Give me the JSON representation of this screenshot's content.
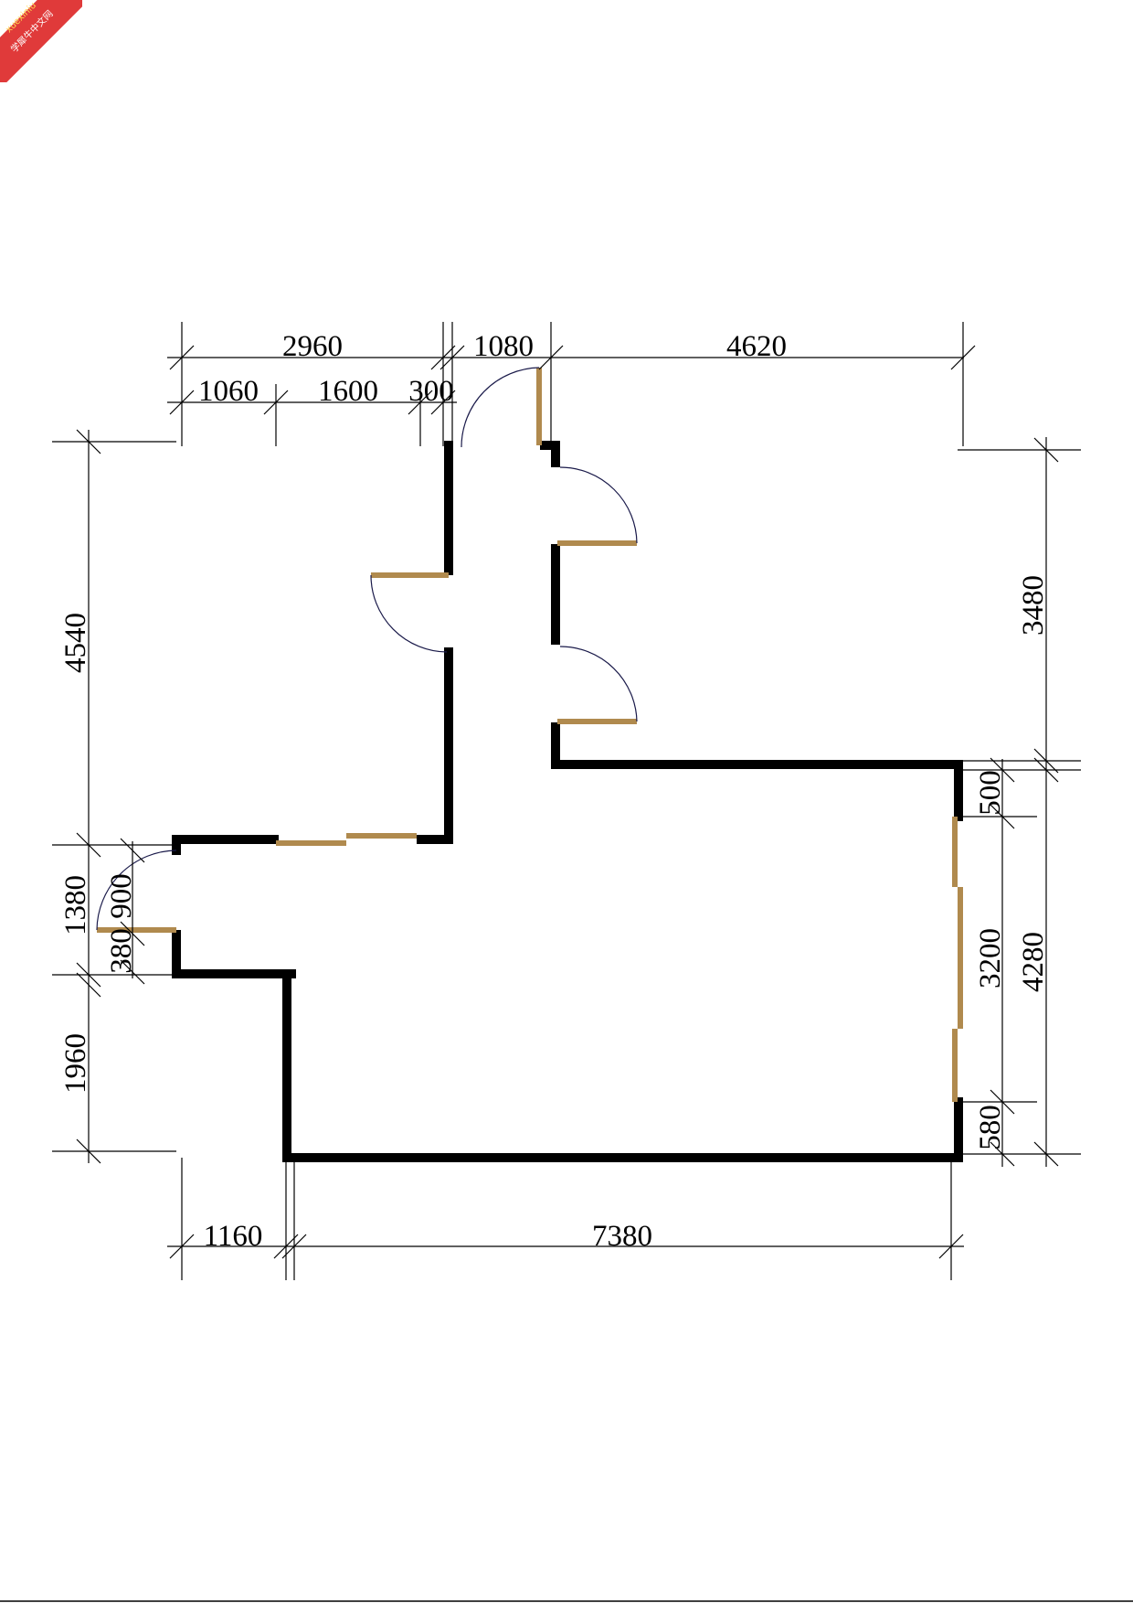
{
  "watermark": {
    "line1": "xuexiniu",
    "line2": "学犀牛中文网",
    "color": "#e03a3a"
  },
  "colors": {
    "wall": "#000000",
    "window": "#b08a4e",
    "arc": "#1a1a4a"
  },
  "dimensions": {
    "top_total_left": "2960",
    "top_seg1": "1060",
    "top_seg2": "1600",
    "top_seg3": "300",
    "top_door": "1080",
    "top_right": "4620",
    "left_upper": "4540",
    "left_mid": "1380",
    "left_door": "900",
    "left_small": "380",
    "left_lower": "1960",
    "right_upper": "3480",
    "right_seg1": "500",
    "right_window": "3200",
    "right_total": "4280",
    "right_seg3": "580",
    "bottom_left": "1160",
    "bottom_right": "7380"
  }
}
